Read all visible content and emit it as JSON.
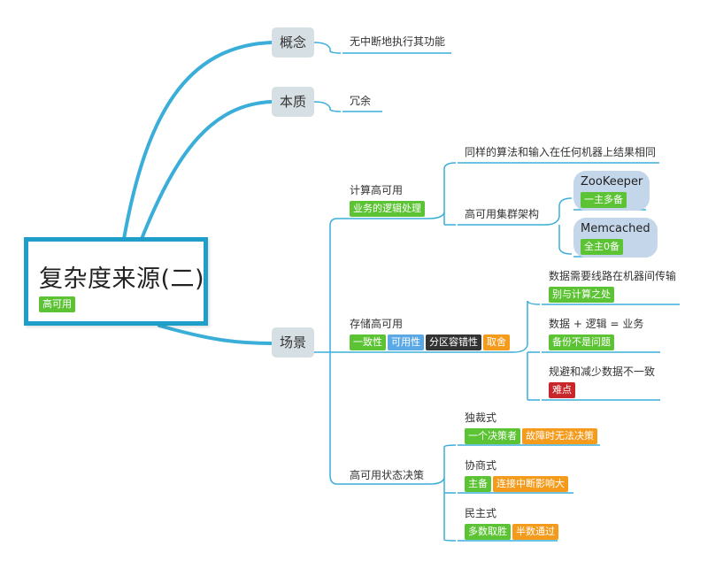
{
  "root": {
    "title": "复杂度来源(二)",
    "tag": "高可用"
  },
  "concept": {
    "label": "概念",
    "detail": "无中断地执行其功能"
  },
  "essence": {
    "label": "本质",
    "detail": "冗余"
  },
  "scenes": {
    "label": "场景",
    "compute": {
      "title": "计算高可用",
      "tags": [
        "业务的逻辑处理"
      ],
      "same_algo": "同样的算法和输入在任何机器上结果相同",
      "cluster": "高可用集群架构",
      "zookeeper": {
        "name": "ZooKeeper",
        "tag": "一主多备"
      },
      "memcached": {
        "name": "Memcached",
        "tag": "全主0备"
      }
    },
    "storage": {
      "title": "存储高可用",
      "tags": [
        "一致性",
        "可用性",
        "分区容错性",
        "取舍"
      ],
      "items": [
        {
          "text": "数据需要线路在机器间传输",
          "tag": "别与计算之处"
        },
        {
          "text": "数据 + 逻辑 = 业务",
          "tag": "备份不是问题"
        },
        {
          "text": "规避和减少数据不一致",
          "tag": "难点"
        }
      ]
    },
    "decision": {
      "title": "高可用状态决策",
      "items": [
        {
          "text": "独裁式",
          "tags": [
            "一个决策者",
            "故障时无法决策"
          ]
        },
        {
          "text": "协商式",
          "tags": [
            "主备",
            "连接中断影响大"
          ]
        },
        {
          "text": "民主式",
          "tags": [
            "多数取胜",
            "半数通过"
          ]
        }
      ]
    }
  },
  "colors": {
    "main_line": "#3aaed8",
    "root_border": "#1e9fc9",
    "topic_fill": "#d6dfe3",
    "cloud_fill": "#c3d6ea",
    "tag_green": "#5cc334",
    "tag_blue": "#5aa9e6",
    "tag_dark": "#333333",
    "tag_orange": "#f59b1c",
    "tag_red": "#c8262a"
  }
}
